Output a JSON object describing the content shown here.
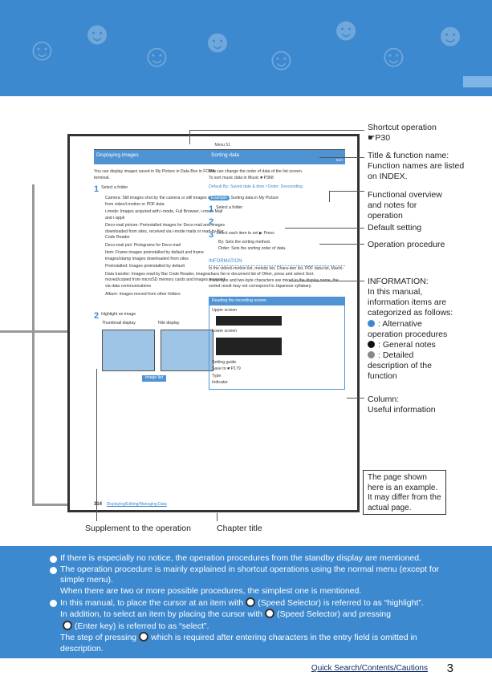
{
  "colors": {
    "accent": "#3d89cf",
    "band": "#3d89cf",
    "text": "#222222"
  },
  "sample": {
    "left": {
      "menu_no": "Menu 51",
      "title": "Displaying images",
      "title_sub": "My Picture",
      "intro": "You can display images saved in My Picture in Data Box in FOMA terminal.",
      "step1": "Select a folder",
      "items": [
        "Camera: Still images shot by the camera or still images captured from video/i-motion or PDF data",
        "i-mode: Images acquired with i-mode, Full Browser, i-mode Mail and i-αppli",
        "Deco-mail picture: Preinstalled images for Deco-mail and images downloaded from sites, received via i-mode mails or read by Bar Code Reader",
        "Deco-mail pict: Pictograms for Deco-mail",
        "Item: Frame images preinstalled by default and frame images/stamp images downloaded from sites",
        "Preinstalled: Images preinstalled by default",
        "Data transfer: Images read by Bar Code Reader, images moved/copied from microSD memory cards and images received via data communications",
        "Album: Images moved from other folders"
      ],
      "step2": "Highlight an image",
      "thumb_label": "Thumbnail display",
      "title_label": "Title display",
      "image_list": "Image list"
    },
    "right": {
      "title": "Sorting data",
      "title_sub": "Sort",
      "intro": "You can change the order of data of the list screen.",
      "note": "To sort music data in Music ☛P368",
      "default": "Default By: Saved date & time / Order: Descending",
      "example": "Example",
      "example_text": "Sorting data in My Picture",
      "s1": "Select a folder",
      "s3": "Select each item to set ▶ Press",
      "by": "By: Sets the sorting method.",
      "order": "Order: Sets the sorting order of data.",
      "info_title": "INFORMATION",
      "info1": "In the video/i-motion list, melody list, Chara-den list, PDF data list, Machi-chara list or document list of Other, press and select Sort.",
      "info2": "If one-byte and two-byte characters are mixed in the display name, the sorted result may not correspond to Japanese syllabary.",
      "column_title": "Reading the recording screen",
      "upper": "Upper screen",
      "lower": "Lower screen",
      "col_items": [
        "Setting guide",
        "Save to ☛P179",
        "Type",
        "Indicator"
      ]
    },
    "page_no": "314",
    "chapter": "Displaying/Editing/Managing Data"
  },
  "callouts": {
    "shortcut": "Shortcut operation",
    "shortcut_ref": "☛P30",
    "title_name": "Title & function name:",
    "title_name2": "Function names are listed on INDEX.",
    "overview": "Functional overview and notes for operation",
    "default_setting": "Default setting",
    "procedure": "Operation procedure",
    "info_head": "INFORMATION:",
    "info_body": "In this manual, information items are categorized as follows:",
    "info_alt": ": Alternative operation procedures",
    "info_general": ": General notes",
    "info_detail": ": Detailed description of the function",
    "column_head": "Column:",
    "column_body": "Useful information",
    "disclaimer": "The page shown here is an example. It may differ from the actual page.",
    "supplement": "Supplement to the operation",
    "chapter_title": "Chapter title"
  },
  "footer": {
    "note1": "If there is especially no notice, the operation procedures from the standby display are mentioned.",
    "note2a": "The operation procedure is mainly explained in shortcut operations using the normal menu (except for simple menu).",
    "note2b": "When there are two or more possible procedures, the simplest one is mentioned.",
    "note3a": "In this manual, to place the cursor at an item with",
    "note3b": "(Speed Selector) is referred to as “highlight”.",
    "note3c": "In addition, to select an item by placing the cursor with",
    "note3d": "(Speed Selector) and pressing",
    "note3e": "(Enter key) is referred to as “select”.",
    "note3f": "The step of pressing",
    "note3g": "which is required after entering characters in the entry field is omitted in description.",
    "nav": "Quick Search/Contents/Cautions",
    "page": "3"
  }
}
